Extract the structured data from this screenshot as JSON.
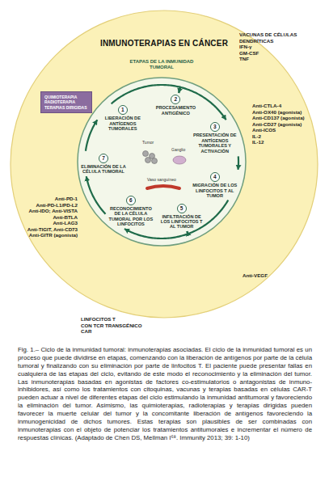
{
  "diagram": {
    "caption": "Fig. 1.– Ciclo de la inmunidad tumoral: inmunoterapias asociadas. El ciclo de la inmunidad tumoral es un proceso que puede dividirse en etapas, comenzando con la liberación de antígenos por parte de la célula tumoral y finalizando con su eliminación por parte de linfocitos T. El paciente puede presentar fallas en cualquiera de las etapas del ciclo, evitando de este modo el reconocimiento y la eliminación del tumor. Las inmunoterapias basadas en agonistas de factores co-estimulatorios o antagonistas de inmuno-inhibidores, así como los tratamientos con citoquinas, vacunas y terapias basadas en células CAR-T pueden actuar a nivel de diferentes etapas del ciclo estimulando la inmunidad antitumoral y favoreciendo la eliminación del tumor. Asimismo, las quimioterapias, radioterapias y terapias dirigidas pueden favorecer la muerte celular del tumor y la concomitante liberación de antígenos favoreciendo la inmunogenicidad de dichos tumores. Estas terapias son plausibles de ser combinadas con inmunoterapias con el objeto de potenciar los tratamientos antitumorales e incrementar el número de respuestas clínicas. (Adaptado de Chen DS, Mellman I⁶⁸. Immunity 2013; 39: 1-10)",
    "nodes": [
      {
        "text": [
          "INMUNOTERAPIAS EN CÁNCER"
        ]
      },
      {
        "text": [
          "QUIMIOTERAPIA RADIOTERAPIA TERAPIAS DIRIGIDAS"
        ],
        "in": 0
      },
      {
        "text": [
          "ETAPAS DE LA INMUNIDAD TUMORAL"
        ],
        "in": 0
      },
      {
        "text": [
          "1",
          "LIBERACIÓN DE ANTÍGENOS TUMORALES"
        ],
        "in": 2
      },
      {
        "text": [
          "2",
          "PROCESAMIENTO ANTIGÉNICO"
        ],
        "in": 2
      },
      {
        "text": [
          "3",
          "PRESENTACIÓN DE ANTÍGENOS TUMORALES Y ACTIVACIÓN"
        ],
        "in": 2
      },
      {
        "text": [
          "4",
          "MIGRACIÓN DE LOS LINFOCITOS T AL TUMOR"
        ],
        "in": 2
      },
      {
        "text": [
          "5",
          "INFILTRACIÓN DE LOS LINFOCITOS T AL TUMOR"
        ],
        "in": 2
      },
      {
        "text": [
          "6",
          "RECONOCIMIENTO DE LA CÉLULA TUMORAL POR LOS LINFOCITOS"
        ],
        "in": 2
      },
      {
        "text": [
          "7",
          "ELIMINACIÓN DE LA CÉLULA TUMORAL"
        ],
        "in": 2
      }
    ],
    "edges": [
      {
        "from": 3,
        "to": 4,
        "arrow": "to"
      },
      {
        "from": 4,
        "to": 5,
        "arrow": "to"
      },
      {
        "from": 5,
        "to": 6,
        "arrow": "to"
      },
      {
        "from": 6,
        "to": 7,
        "arrow": "to"
      },
      {
        "from": 7,
        "to": 8,
        "arrow": "to"
      },
      {
        "from": 8,
        "to": 9,
        "arrow": "to"
      },
      {
        "from": 9,
        "to": 3,
        "arrow": "to"
      }
    ],
    "labels": [
      "VACUNAS DE CÉLULAS",
      "DENDRÍTICAS",
      "IFN-γ",
      "GM-CSF",
      "TNF",
      "Anti-CTLA-4",
      "Anti-OX40 (agonista)",
      "Anti-CD137 (agonista)",
      "Anti-CD27 (agonista)",
      "Anti-ICOS",
      "IL-2",
      "IL-12",
      "Anti-PD-1",
      "Anti-PD-L1/PD-L2",
      "Anti-IDO; Anti-VISTA",
      "Anti-BTLA",
      "Anti-LAG3",
      "Anti-TIGIT, Anti-CD73",
      "Anti-GITR (agonista)",
      "Anti-VEGF",
      "LINFOCITOS T",
      "CON TCR TRANSGÉNICO",
      "CAR",
      "Tumor",
      "Ganglio",
      "Vaso sanguíneo"
    ]
  }
}
